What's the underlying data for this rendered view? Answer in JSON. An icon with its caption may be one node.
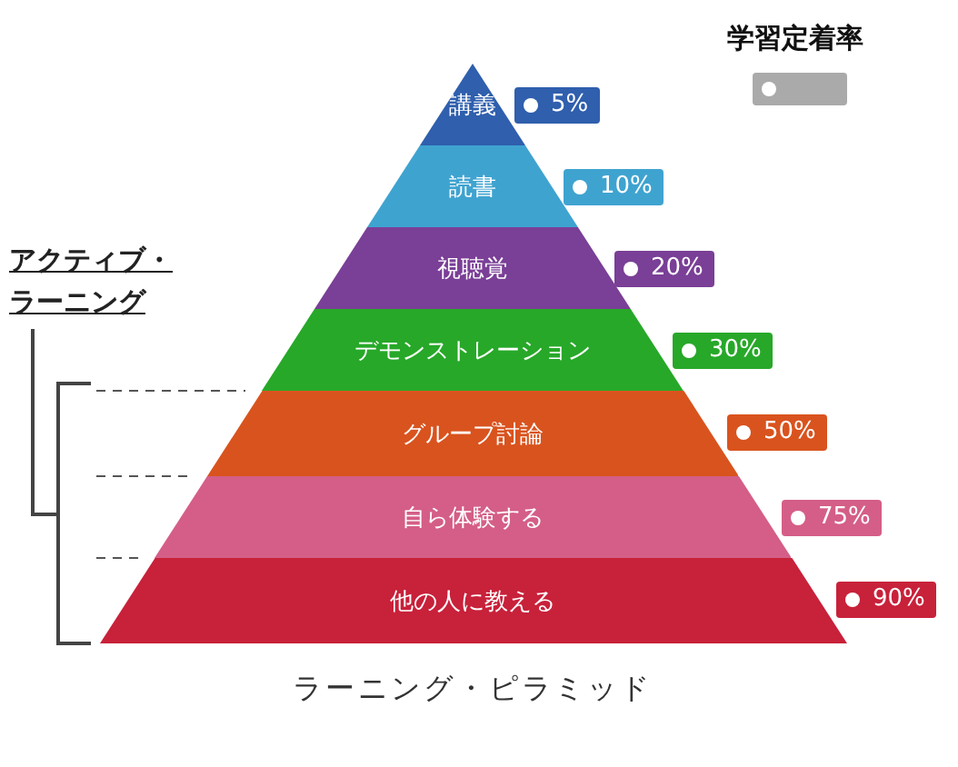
{
  "diagram": {
    "caption": "ラーニング・ピラミッド",
    "nodes": [
      {
        "text": [
          "講義"
        ],
        "beside": [
          "5%"
        ]
      },
      {
        "text": [
          "読書"
        ],
        "beside": [
          "10%"
        ]
      },
      {
        "text": [
          "視聴覚"
        ],
        "beside": [
          "20%"
        ]
      },
      {
        "text": [
          "デモンストレーション"
        ],
        "beside": [
          "30%"
        ]
      },
      {
        "text": [
          "グループ討論"
        ],
        "beside": [
          "50%"
        ]
      },
      {
        "text": [
          "自ら体験する"
        ],
        "beside": [
          "75%"
        ]
      },
      {
        "text": [
          "他の人に教える"
        ],
        "beside": [
          "90%"
        ]
      }
    ],
    "labels": [
      "アクティブ・ラーニング"
    ],
    "legend": [
      {
        "text": "学習定着率",
        "color": "#aaaaaa"
      }
    ]
  }
}
